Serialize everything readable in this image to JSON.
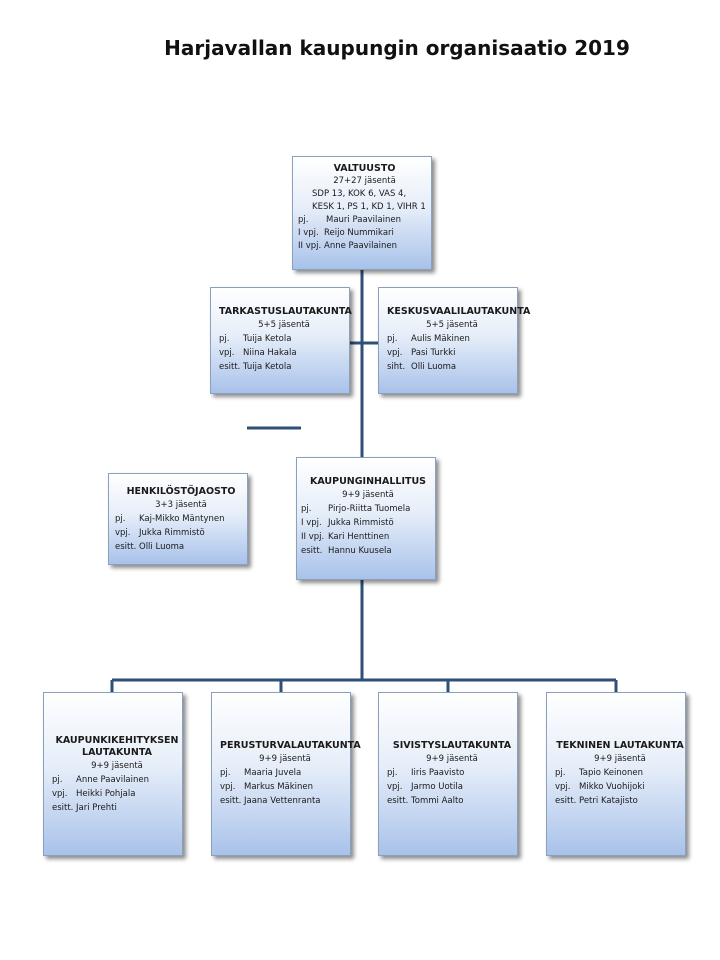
{
  "title": "Harjavallan kaupungin organisaatio 2019",
  "colors": {
    "line": "#2f4f78",
    "box_top": "#ffffff",
    "box_bottom": "#a9c2ea",
    "border": "#8aa0bf"
  },
  "valtuusto": {
    "name": "VALTUUSTO",
    "count": "27+27 jäsentä",
    "parties_1": "SDP 13, KOK 6, VAS 4,",
    "parties_2": "KESK 1, PS 1, KD 1, VIHR 1",
    "members": [
      {
        "role": "pj.",
        "person": "Mauri Paavilainen"
      },
      {
        "role": "I vpj.",
        "person": "Reijo Nummikari"
      },
      {
        "role": "II vpj.",
        "person": "Anne Paavilainen"
      }
    ]
  },
  "tarkastuslautakunta": {
    "name": "TARKASTUSLAUTAKUNTA",
    "count": "5+5 jäsentä",
    "members": [
      {
        "role": "pj.",
        "person": "Tuija Ketola"
      },
      {
        "role": "vpj.",
        "person": "Niina Hakala"
      },
      {
        "role": "esitt.",
        "person": "Tuija Ketola"
      }
    ]
  },
  "keskusvaalilautakunta": {
    "name": "KESKUSVAALILAUTAKUNTA",
    "count": "5+5 jäsentä",
    "members": [
      {
        "role": "pj.",
        "person": "Aulis Mäkinen"
      },
      {
        "role": "vpj.",
        "person": "Pasi Turkki"
      },
      {
        "role": "siht.",
        "person": "Olli Luoma"
      }
    ]
  },
  "henkilostojaosto": {
    "name": "HENKILÖSTÖJAOSTO",
    "count": "3+3 jäsentä",
    "members": [
      {
        "role": "pj.",
        "person": "Kaj-Mikko Mäntynen"
      },
      {
        "role": "vpj.",
        "person": "Jukka Rimmistö"
      },
      {
        "role": "esitt.",
        "person": "Olli Luoma"
      }
    ]
  },
  "kaupunginhallitus": {
    "name": "KAUPUNGINHALLITUS",
    "count": "9+9 jäsentä",
    "members": [
      {
        "role": "pj.",
        "person": "Pirjo-Riitta Tuomela"
      },
      {
        "role": "I vpj.",
        "person": "Jukka Rimmistö"
      },
      {
        "role": "II vpj.",
        "person": "Kari Henttinen"
      },
      {
        "role": "esitt.",
        "person": "Hannu Kuusela"
      }
    ]
  },
  "lautakunnat": [
    {
      "name": "KAUPUNKIKEHITYKSEN LAUTAKUNTA",
      "count": "9+9 jäsentä",
      "members": [
        {
          "role": "pj.",
          "person": "Anne Paavilainen"
        },
        {
          "role": "vpj.",
          "person": "Heikki Pohjala"
        },
        {
          "role": "esitt.",
          "person": "Jari Prehti"
        }
      ]
    },
    {
      "name": "PERUSTURVALAUTAKUNTA",
      "count": "9+9 jäsentä",
      "members": [
        {
          "role": "pj.",
          "person": "Maaria Juvela"
        },
        {
          "role": "vpj.",
          "person": "Markus Mäkinen"
        },
        {
          "role": "esitt.",
          "person": "Jaana Vettenranta"
        }
      ]
    },
    {
      "name": "SIVISTYSLAUTAKUNTA",
      "count": "9+9 jäsentä",
      "members": [
        {
          "role": "pj.",
          "person": "Iiris Paavisto"
        },
        {
          "role": "vpj.",
          "person": "Jarmo Uotila"
        },
        {
          "role": "esitt.",
          "person": "Tommi Aalto"
        }
      ]
    },
    {
      "name": "TEKNINEN LAUTAKUNTA",
      "count": "9+9 jäsentä",
      "members": [
        {
          "role": "pj.",
          "person": "Tapio Keinonen"
        },
        {
          "role": "vpj.",
          "person": "Mikko Vuohijoki"
        },
        {
          "role": "esitt.",
          "person": "Petri Katajisto"
        }
      ]
    }
  ]
}
